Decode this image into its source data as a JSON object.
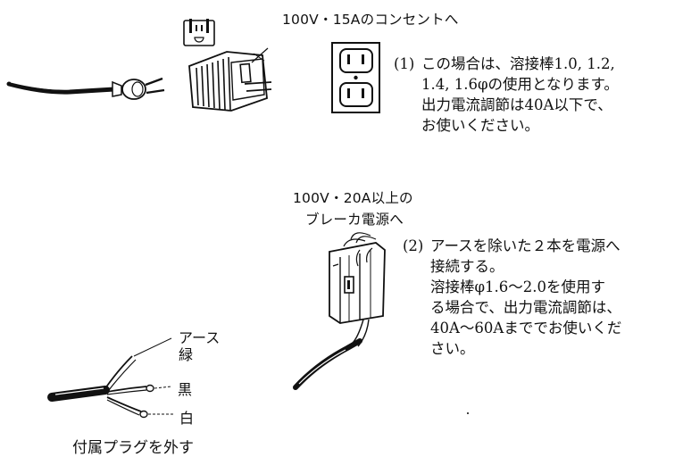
{
  "top": {
    "heading": "100V・15Aのコンセントへ",
    "note": {
      "marker": "(1)",
      "lines": [
        "この場合は、溶接棒1.0, 1.2,",
        "1.4, 1.6φの使用となります。",
        "出力電流調節は40A以下で、",
        "お使いください。"
      ]
    }
  },
  "middle": {
    "heading_lines": [
      "100V・20A以上の",
      "ブレーカ電源へ"
    ],
    "note": {
      "marker": "(2)",
      "lines": [
        "アースを除いた２本を電源へ",
        "接続する。",
        "溶接棒φ1.6〜2.0を使用す",
        "る場合で、出力電流調節は、",
        "40A〜60Aまででお使いくだ",
        "さい。"
      ]
    }
  },
  "cable": {
    "labels": {
      "earth": "アース",
      "green": "緑",
      "black": "黒",
      "white": "白"
    },
    "caption": "付属プラグを外す"
  },
  "icons": {
    "cord_with_plug": "power-cord-plug-icon",
    "adapter": "plug-adapter-icon",
    "small_outlet": "small-outlet-icon",
    "duplex_outlet": "duplex-outlet-icon",
    "breaker": "breaker-terminal-icon",
    "stripped_cable": "stripped-cable-icon"
  }
}
